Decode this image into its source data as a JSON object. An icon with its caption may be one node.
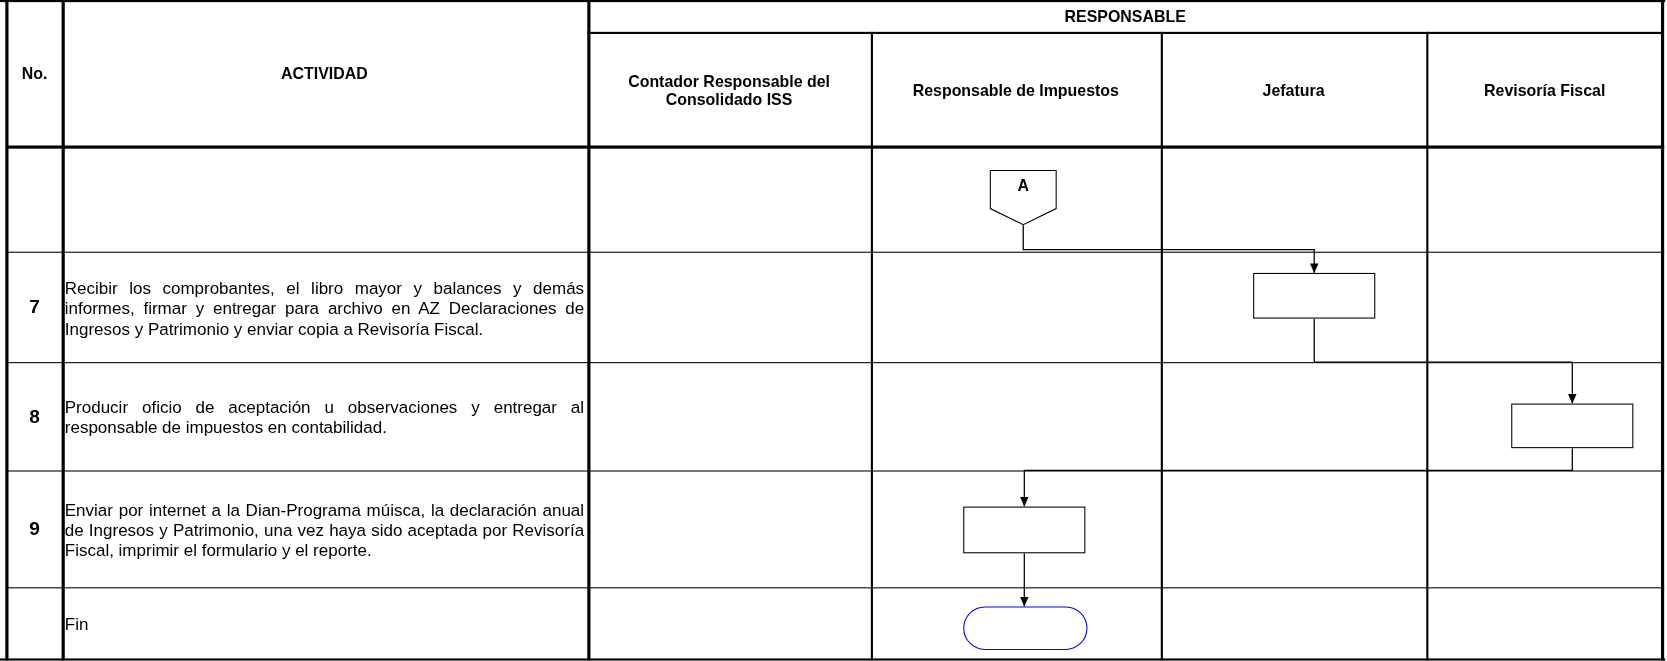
{
  "diagram": {
    "nodes": [
      {
        "text": [
          "A"
        ]
      },
      {
        "text": [],
        "shape": "box"
      },
      {
        "text": [],
        "shape": "box"
      },
      {
        "text": [],
        "shape": "box"
      },
      {
        "text": [],
        "shape": "stadium"
      }
    ],
    "edges": [
      {
        "from": 0,
        "to": 1,
        "arrow": "to"
      },
      {
        "from": 1,
        "to": 2,
        "arrow": "to"
      },
      {
        "from": 2,
        "to": 3,
        "arrow": "to"
      },
      {
        "from": 3,
        "to": 4,
        "arrow": "to"
      }
    ],
    "labels": [
      "No.",
      "ACTIVIDAD",
      "RESPONSABLE",
      "Contador Responsable del Consolidado ISS",
      "Responsable de Impuestos",
      "Jefatura",
      "Revisoría Fiscal",
      "7",
      "Recibir los comprobantes, el libro mayor y balances y demás informes, firmar y entregar para archivo en AZ Declaraciones de Ingresos y Patrimonio y enviar copia a Revisoría Fiscal.",
      "8",
      "Producir oficio de aceptación u observaciones y entregar al responsable de impuestos en contabilidad.",
      "9",
      "Enviar por internet a la Dian-Programa múisca, la declaración anual de Ingresos y Patrimonio, una vez haya sido aceptada por Revisoría Fiscal, imprimir el formulario y el reporte.",
      "Fin"
    ]
  }
}
